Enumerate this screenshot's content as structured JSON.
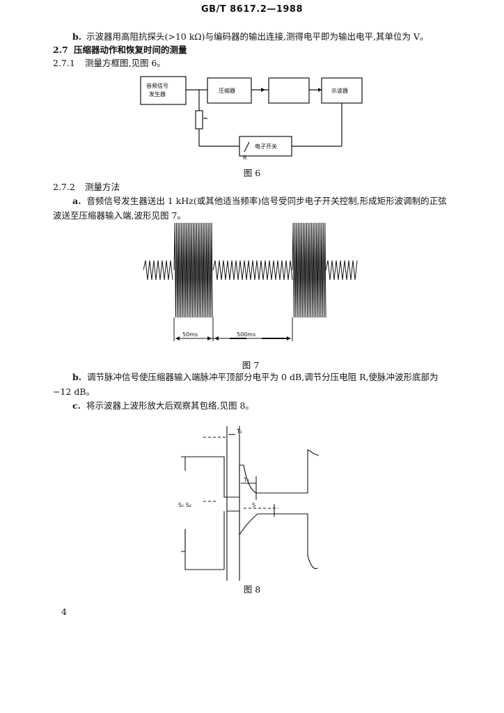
{
  "header": {
    "standard": "GB/T  8617.2—1988"
  },
  "item_b1": {
    "marker": "b.",
    "text": "示波器用高阻抗探头(>10 kΩ)与编码器的输出连接,测得电平即为输出电平,其单位为 V。"
  },
  "section_2_7": {
    "number": "2.7",
    "title": "压缩器动作和恢复时间的测量"
  },
  "section_2_7_1": {
    "number": "2.7.1",
    "text": "测量方框图,见图 6。"
  },
  "figure6": {
    "blocks": [
      "音频信号\n发生器",
      "压缩器",
      "示波器"
    ],
    "switch_label": "电子开关",
    "resistor_label": "R",
    "caption": "图 6"
  },
  "section_2_7_2": {
    "number": "2.7.2",
    "text": "测量方法"
  },
  "item_a": {
    "marker": "a.",
    "text": "音频信号发生器送出 1 kHz(或其他适当频率)信号受同步电子开关控制,形成矩形波调制的正弦波送至压缩器输入端,波形见图 7。"
  },
  "figure7": {
    "dim_left": "50ms",
    "dim_right": "500ms",
    "caption": "图 7"
  },
  "item_b2": {
    "marker": "b.",
    "text": "调节脉冲信号使压缩器输入端脉冲平顶部分电平为 0 dB,调节分压电阻 R,使脉冲波形底部为−12 dB。"
  },
  "item_c": {
    "marker": "c.",
    "text": "将示波器上波形放大后观察其包络,见图 8。"
  },
  "figure8": {
    "label_t1": "T₁",
    "label_t2": "T₂",
    "label_left": "S₁  S₂",
    "label_mid": "S",
    "caption": "图 8"
  },
  "page_number": "4"
}
